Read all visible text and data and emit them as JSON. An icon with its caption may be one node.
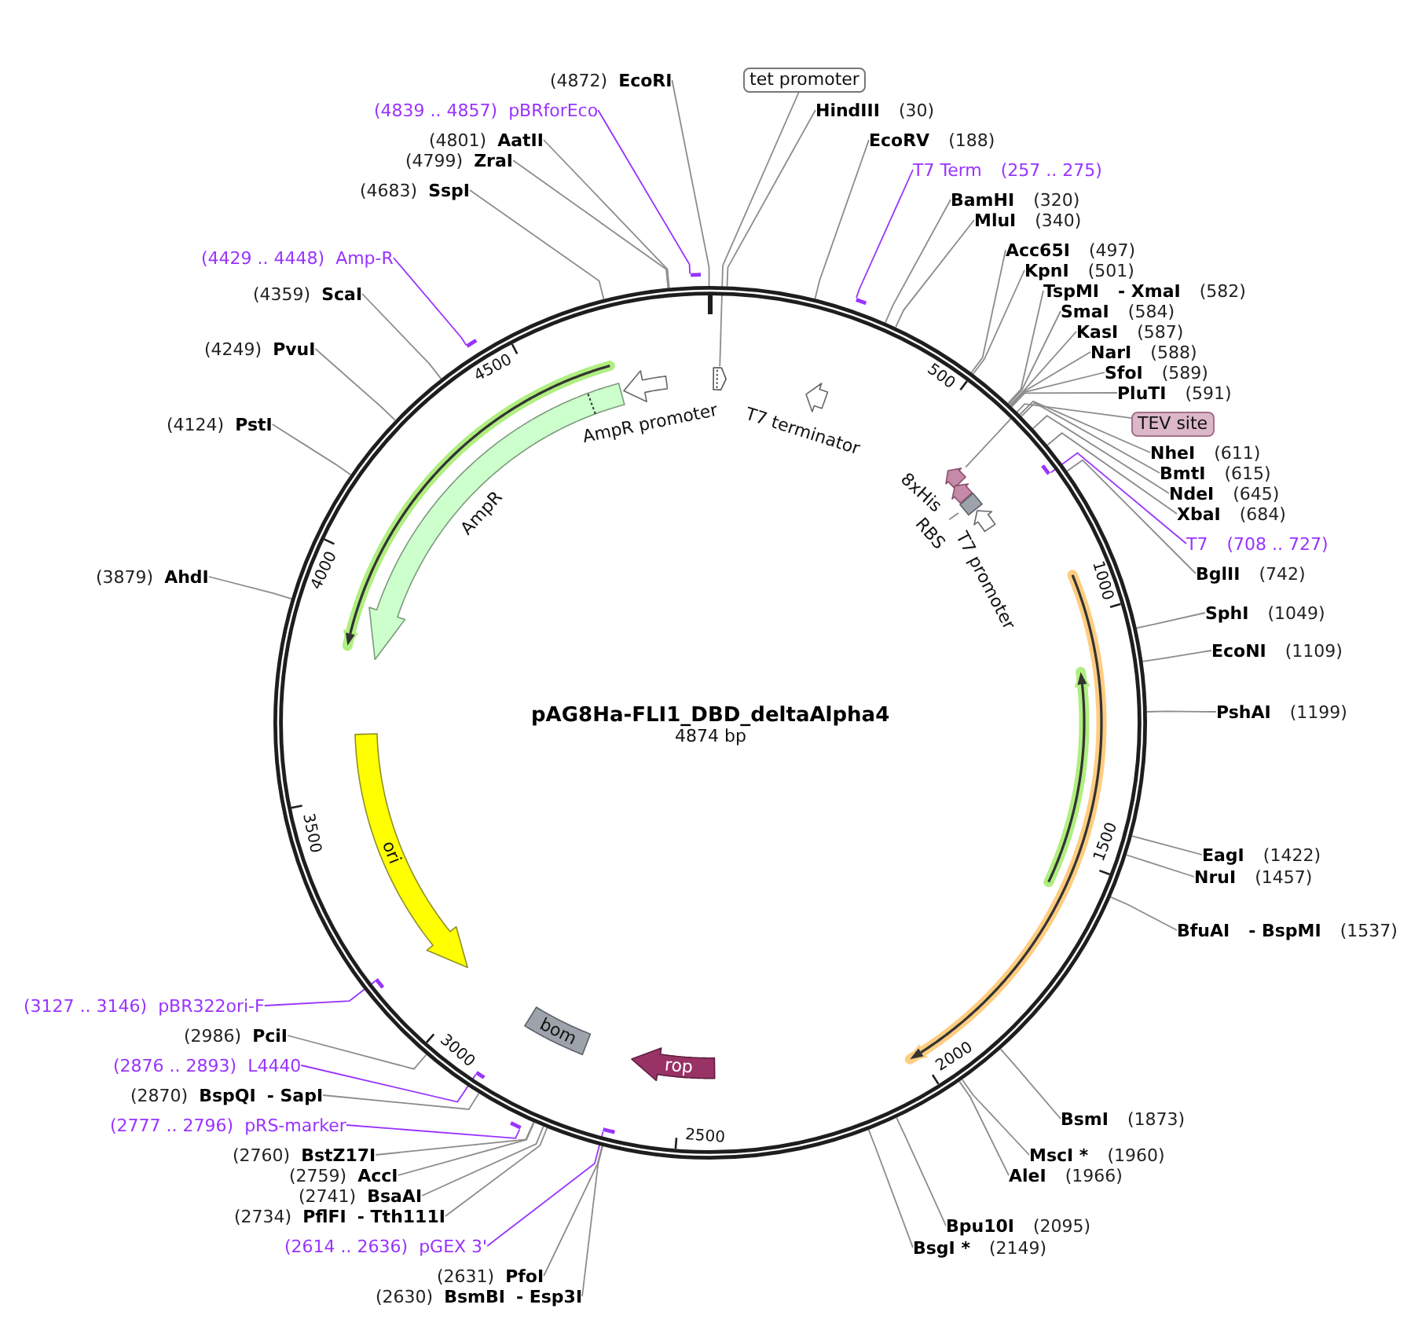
{
  "diagram": {
    "nodes": [
      {
        "text": [
          "pAG8Ha-FLI1_DBD_deltaAlpha4",
          "4874 bp"
        ]
      },
      {
        "text": [],
        "shape": "arrow",
        "in": 0
      },
      {
        "text": [
          "T7 terminator"
        ],
        "in": 0
      },
      {
        "text": [],
        "shape": "arrow",
        "in": 0
      },
      {
        "text": [
          "8xHis"
        ],
        "in": 0
      },
      {
        "text": [],
        "shape": "box",
        "in": 0
      },
      {
        "text": [
          "RBS"
        ],
        "in": 0
      },
      {
        "text": [
          "T7 promoter"
        ],
        "in": 0
      },
      {
        "text": [
          "rop"
        ],
        "in": 0
      },
      {
        "text": [
          "bom"
        ],
        "in": 0
      },
      {
        "text": [
          "ori"
        ],
        "in": 0
      },
      {
        "text": [
          "AmpR"
        ],
        "in": 0
      },
      {
        "text": [
          "AmpR promoter"
        ],
        "in": 0
      },
      {
        "text": [],
        "shape": "bar"
      },
      {
        "text": [],
        "shape": "bar",
        "in": 0
      },
      {
        "text": [],
        "shape": "bar",
        "in": 0
      },
      {
        "text": [],
        "shape": "bar"
      },
      {
        "text": [],
        "shape": "bar",
        "in": 0
      },
      {
        "text": [],
        "shape": "bar",
        "in": 0
      },
      {
        "text": [],
        "shape": "bar"
      },
      {
        "text": [],
        "shape": "bar"
      },
      {
        "text": [
          "tet promoter"
        ]
      },
      {
        "text": [
          "HindIII",
          "(30)"
        ]
      },
      {
        "text": [
          "EcoRV",
          "(188)"
        ]
      },
      {
        "text": [
          "T7 Term",
          "(257 .. 275)"
        ]
      },
      {
        "text": [
          "BamHI",
          "(320)"
        ]
      },
      {
        "text": [
          "MluI",
          "(340)"
        ]
      },
      {
        "text": [
          "Acc65I",
          "(497)"
        ]
      },
      {
        "text": [
          "KpnI",
          "(501)"
        ]
      },
      {
        "text": [
          "TspMI",
          "- XmaI",
          "(582)"
        ]
      },
      {
        "text": [
          "SmaI",
          "(584)"
        ]
      },
      {
        "text": [
          "KasI",
          "(587)"
        ]
      },
      {
        "text": [
          "NarI",
          "(588)"
        ]
      },
      {
        "text": [
          "SfoI",
          "(589)"
        ]
      },
      {
        "text": [
          "PluTI",
          "(591)"
        ]
      },
      {
        "text": [
          "TEV site"
        ]
      },
      {
        "text": [
          "NheI",
          "(611)"
        ]
      },
      {
        "text": [
          "BmtI",
          "(615)"
        ]
      },
      {
        "text": [
          "NdeI",
          "(645)"
        ]
      },
      {
        "text": [
          "XbaI",
          "(684)"
        ]
      },
      {
        "text": [
          "T7",
          "(708 .. 727)"
        ]
      },
      {
        "text": [
          "BglII",
          "(742)"
        ]
      },
      {
        "text": [
          "SphI",
          "(1049)"
        ]
      },
      {
        "text": [
          "EcoNI",
          "(1109)"
        ]
      },
      {
        "text": [
          "PshAI",
          "(1199)"
        ]
      },
      {
        "text": [
          "EagI",
          "(1422)"
        ]
      },
      {
        "text": [
          "NruI",
          "(1457)"
        ]
      },
      {
        "text": [
          "BfuAI",
          "- BspMI",
          "(1537)"
        ]
      },
      {
        "text": [
          "BsmI",
          "(1873)"
        ]
      },
      {
        "text": [
          "MscI *",
          "(1960)"
        ]
      },
      {
        "text": [
          "AleI",
          "(1966)"
        ]
      },
      {
        "text": [
          "Bpu10I",
          "(2095)"
        ]
      },
      {
        "text": [
          "BsgI *",
          "(2149)"
        ]
      },
      {
        "text": [
          "(2614 .. 2636)",
          "pGEX 3'"
        ]
      },
      {
        "text": [
          "(2630)",
          "BsmBI",
          "- Esp3I"
        ]
      },
      {
        "text": [
          "(2631)",
          "PfoI"
        ]
      },
      {
        "text": [
          "(2734)",
          "PflFI",
          "- Tth111I"
        ]
      },
      {
        "text": [
          "(2741)",
          "BsaAI"
        ]
      },
      {
        "text": [
          "(2759)",
          "AccI"
        ]
      },
      {
        "text": [
          "(2760)",
          "BstZ17I"
        ]
      },
      {
        "text": [
          "(2777 .. 2796)",
          "pRS-marker"
        ]
      },
      {
        "text": [
          "(2870)",
          "BspQI",
          "- SapI"
        ]
      },
      {
        "text": [
          "(2876 .. 2893)",
          "L4440"
        ]
      },
      {
        "text": [
          "(2986)",
          "PciI"
        ]
      },
      {
        "text": [
          "(3127 .. 3146)",
          "pBR322ori-F"
        ]
      },
      {
        "text": [
          "(3879)",
          "AhdI"
        ]
      },
      {
        "text": [
          "(4124)",
          "PstI"
        ]
      },
      {
        "text": [
          "(4249)",
          "PvuI"
        ]
      },
      {
        "text": [
          "(4359)",
          "ScaI"
        ]
      },
      {
        "text": [
          "(4429 .. 4448)",
          "Amp-R"
        ]
      },
      {
        "text": [
          "(4683)",
          "SspI"
        ]
      },
      {
        "text": [
          "(4799)",
          "ZraI"
        ]
      },
      {
        "text": [
          "(4801)",
          "AatII"
        ]
      },
      {
        "text": [
          "(4839 .. 4857)",
          "pBRforEco"
        ]
      },
      {
        "text": [
          "(4872)",
          "EcoRI"
        ]
      }
    ],
    "edges": [
      {
        "from": 6,
        "to": 5,
        "arrow": "none"
      },
      {
        "from": 21,
        "to": 1,
        "arrow": "none"
      },
      {
        "from": 22,
        "to": 0,
        "arrow": "none"
      },
      {
        "from": 23,
        "to": 0,
        "arrow": "none"
      },
      {
        "from": 24,
        "to": 13,
        "arrow": "none",
        "color": "#9933ff"
      },
      {
        "from": 25,
        "to": 0,
        "arrow": "none"
      },
      {
        "from": 26,
        "to": 0,
        "arrow": "none"
      },
      {
        "from": 27,
        "to": 0,
        "arrow": "none"
      },
      {
        "from": 28,
        "to": 0,
        "arrow": "none"
      },
      {
        "from": 29,
        "to": 0,
        "arrow": "none"
      },
      {
        "from": 30,
        "to": 0,
        "arrow": "none"
      },
      {
        "from": 31,
        "to": 0,
        "arrow": "none"
      },
      {
        "from": 32,
        "to": 0,
        "arrow": "none"
      },
      {
        "from": 33,
        "to": 0,
        "arrow": "none"
      },
      {
        "from": 34,
        "to": 0,
        "arrow": "none"
      },
      {
        "from": 35,
        "to": 3,
        "arrow": "none"
      },
      {
        "from": 36,
        "to": 0,
        "arrow": "none"
      },
      {
        "from": 37,
        "to": 0,
        "arrow": "none"
      },
      {
        "from": 38,
        "to": 0,
        "arrow": "none"
      },
      {
        "from": 39,
        "to": 0,
        "arrow": "none"
      },
      {
        "from": 40,
        "to": 14,
        "arrow": "none",
        "color": "#9933ff"
      },
      {
        "from": 41,
        "to": 0,
        "arrow": "none"
      },
      {
        "from": 42,
        "to": 0,
        "arrow": "none"
      },
      {
        "from": 43,
        "to": 0,
        "arrow": "none"
      },
      {
        "from": 44,
        "to": 0,
        "arrow": "none"
      },
      {
        "from": 45,
        "to": 0,
        "arrow": "none"
      },
      {
        "from": 46,
        "to": 0,
        "arrow": "none"
      },
      {
        "from": 47,
        "to": 0,
        "arrow": "none"
      },
      {
        "from": 48,
        "to": 0,
        "arrow": "none"
      },
      {
        "from": 49,
        "to": 0,
        "arrow": "none"
      },
      {
        "from": 50,
        "to": 0,
        "arrow": "none"
      },
      {
        "from": 51,
        "to": 0,
        "arrow": "none"
      },
      {
        "from": 52,
        "to": 0,
        "arrow": "none"
      },
      {
        "from": 53,
        "to": 15,
        "arrow": "none",
        "color": "#9933ff"
      },
      {
        "from": 54,
        "to": 0,
        "arrow": "none"
      },
      {
        "from": 55,
        "to": 0,
        "arrow": "none"
      },
      {
        "from": 56,
        "to": 0,
        "arrow": "none"
      },
      {
        "from": 57,
        "to": 0,
        "arrow": "none"
      },
      {
        "from": 58,
        "to": 0,
        "arrow": "none"
      },
      {
        "from": 59,
        "to": 0,
        "arrow": "none"
      },
      {
        "from": 60,
        "to": 16,
        "arrow": "none",
        "color": "#9933ff"
      },
      {
        "from": 61,
        "to": 0,
        "arrow": "none"
      },
      {
        "from": 62,
        "to": 17,
        "arrow": "none",
        "color": "#9933ff"
      },
      {
        "from": 63,
        "to": 0,
        "arrow": "none"
      },
      {
        "from": 64,
        "to": 18,
        "arrow": "none",
        "color": "#9933ff"
      },
      {
        "from": 65,
        "to": 0,
        "arrow": "none"
      },
      {
        "from": 66,
        "to": 0,
        "arrow": "none"
      },
      {
        "from": 67,
        "to": 0,
        "arrow": "none"
      },
      {
        "from": 68,
        "to": 0,
        "arrow": "none"
      },
      {
        "from": 69,
        "to": 19,
        "arrow": "none",
        "color": "#9933ff"
      },
      {
        "from": 70,
        "to": 0,
        "arrow": "none"
      },
      {
        "from": 71,
        "to": 0,
        "arrow": "none"
      },
      {
        "from": 72,
        "to": 0,
        "arrow": "none"
      },
      {
        "from": 73,
        "to": 20,
        "arrow": "none",
        "color": "#9933ff"
      },
      {
        "from": 74,
        "to": 0,
        "arrow": "none"
      }
    ],
    "labels": [
      "500",
      "1000",
      "1500",
      "2000",
      "2500",
      "3000",
      "3500",
      "4000",
      "4500"
    ]
  }
}
